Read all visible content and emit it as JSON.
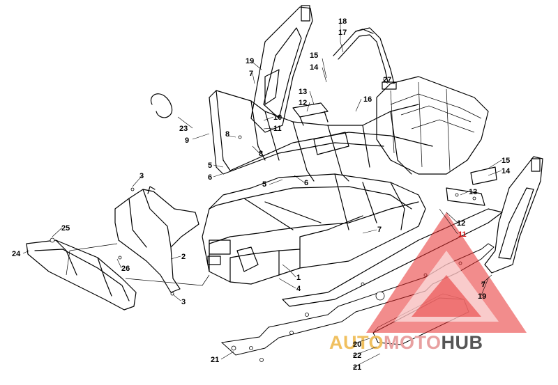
{
  "callouts": [
    "18",
    "17",
    "15",
    "14",
    "19",
    "7",
    "27",
    "13",
    "12",
    "16",
    "10",
    "11",
    "23",
    "9",
    "8",
    "8",
    "5",
    "6",
    "5",
    "6",
    "3",
    "25",
    "24",
    "26",
    "2",
    "3",
    "1",
    "4",
    "7",
    "15",
    "14",
    "13",
    "12",
    "11",
    "7",
    "19",
    "20",
    "22",
    "21",
    "21"
  ],
  "watermark": {
    "prefix": "AUTO",
    "middle": "MOTO",
    "suffix": "HUB",
    "color_auto": "#f0c060",
    "color_moto": "#e8a0a0",
    "color_hub": "#555555",
    "triangle_color": "#e53030"
  }
}
